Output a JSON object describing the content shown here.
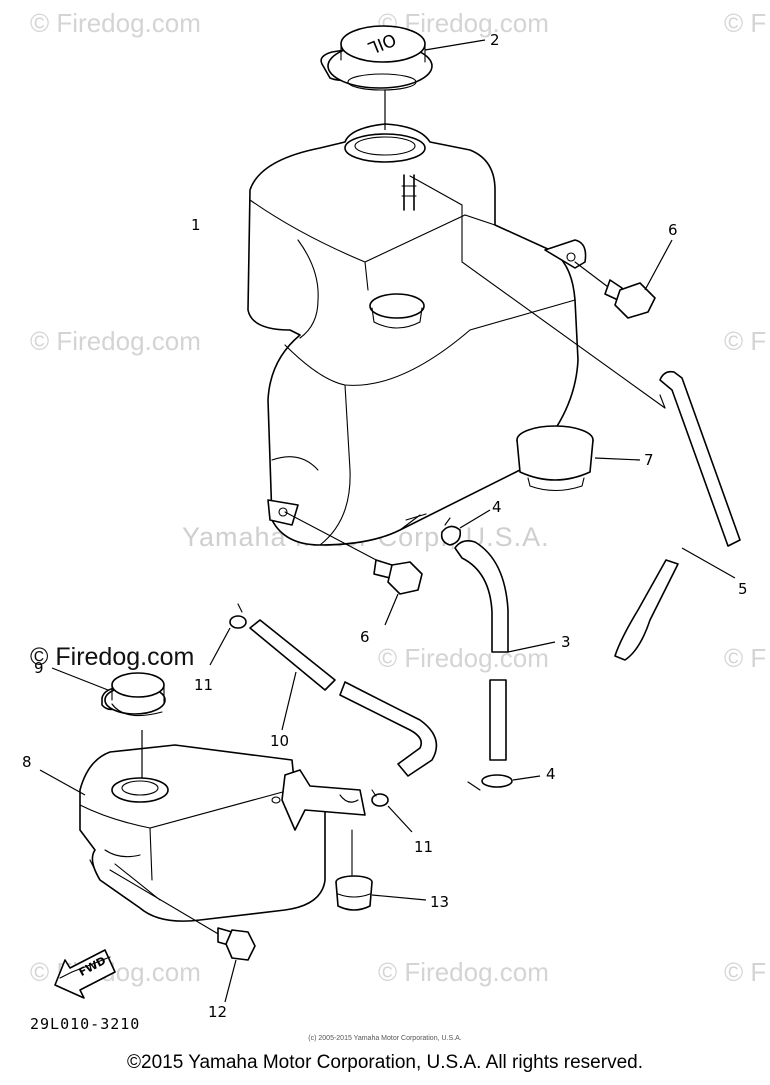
{
  "watermarks": {
    "site": "© Firedog.com",
    "site_edge": "© F",
    "center": "Yamaha Motor Corp., U.S.A."
  },
  "callouts": [
    {
      "id": "c1",
      "label": "1"
    },
    {
      "id": "c2",
      "label": "2"
    },
    {
      "id": "c3",
      "label": "3"
    },
    {
      "id": "c4a",
      "label": "4"
    },
    {
      "id": "c4b",
      "label": "4"
    },
    {
      "id": "c5",
      "label": "5"
    },
    {
      "id": "c6a",
      "label": "6"
    },
    {
      "id": "c6b",
      "label": "6"
    },
    {
      "id": "c7",
      "label": "7"
    },
    {
      "id": "c8",
      "label": "8"
    },
    {
      "id": "c9",
      "label": "9"
    },
    {
      "id": "c10",
      "label": "10"
    },
    {
      "id": "c11a",
      "label": "11"
    },
    {
      "id": "c11b",
      "label": "11"
    },
    {
      "id": "c12",
      "label": "12"
    },
    {
      "id": "c13",
      "label": "13"
    }
  ],
  "cap_marking": "OIL",
  "fwd_marking": "FWD",
  "diagram_code": "29L010-3210",
  "small_copyright": "(c) 2005-2015 Yamaha Motor Corporation, U.S.A.",
  "footer": "©2015 Yamaha Motor Corporation, U.S.A. All rights reserved."
}
